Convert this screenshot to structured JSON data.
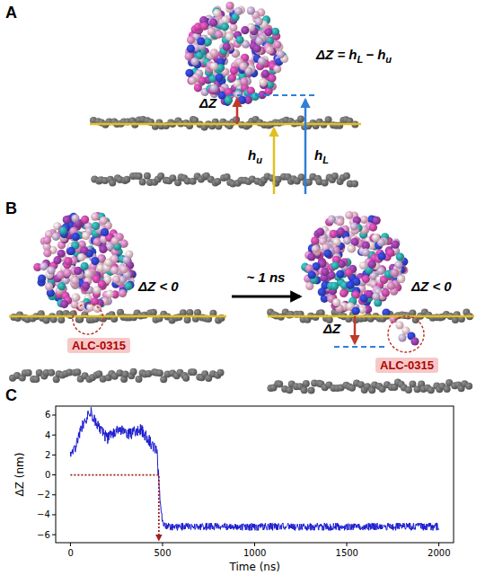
{
  "diagram": {
    "nodes": [
      {
        "text": [
          "ALC-0315"
        ]
      },
      {
        "text": [
          "ALC-0315"
        ]
      }
    ],
    "labels": [
      "A",
      "ΔZ = h",
      "L",
      "− h",
      "u",
      "ΔZ",
      "h",
      "u",
      "h",
      "L",
      "B",
      "ΔZ < 0",
      "~ 1 ns",
      "ΔZ < 0",
      "ΔZ",
      "C",
      "ΔZ (nm)",
      "Time (ns)",
      "6",
      "4",
      "2",
      "0",
      "−2",
      "−4",
      "−6",
      "0",
      "500",
      "1000",
      "1500",
      "2000"
    ]
  }
}
